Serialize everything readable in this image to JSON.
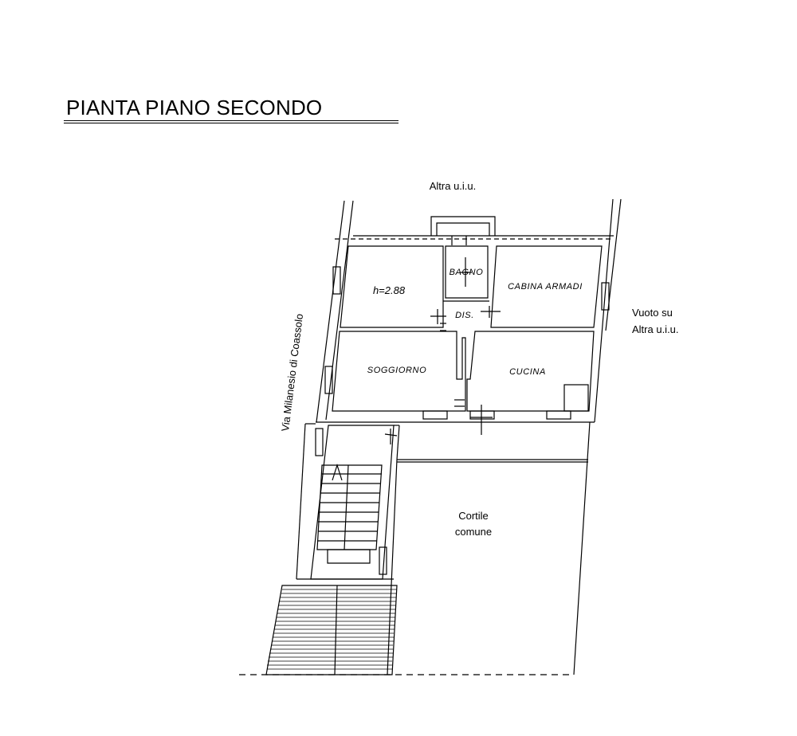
{
  "title": "PIANTA PIANO SECONDO",
  "labels": {
    "north": "Altra u.i.u.",
    "east_line1": "Vuoto su",
    "east_line2": "Altra u.i.u.",
    "street": "Via Milanesio di Coassolo",
    "courtyard_line1": "Cortile",
    "courtyard_line2": "comune"
  },
  "rooms": {
    "bagno": "BAGNO",
    "cabina_armadi": "CABINA ARMADI",
    "dis": "DIS.",
    "soggiorno": "SOGGIORNO",
    "cucina": "CUCINA",
    "height": "h=2.88"
  }
}
